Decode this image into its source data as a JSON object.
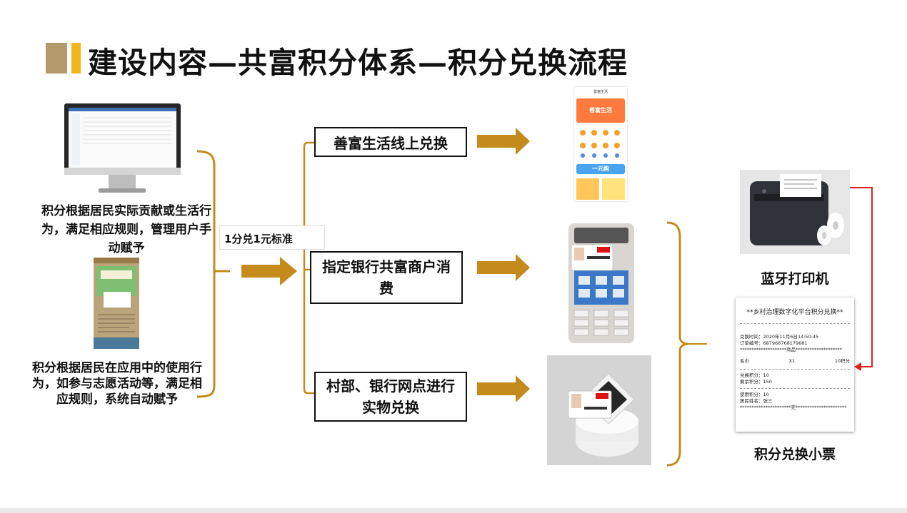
{
  "title": "建设内容—共富积分体系—积分兑换流程",
  "left": {
    "desc1": "积分根据居民实际贡献或生活行为，满足相应规则，管理用户手动赋予",
    "desc2": "积分根据居民在应用中的使用行为，如参与志愿活动等，满足相应规则，系统自动赋予",
    "standard": "1分兑1元标准"
  },
  "channels": [
    {
      "label": "善富生活线上兑换"
    },
    {
      "label": "指定银行共富商户消费"
    },
    {
      "label": "村部、银行网点进行实物兑换"
    }
  ],
  "right": {
    "printer_label": "蓝牙打印机",
    "receipt_label": "积分兑换小票"
  },
  "receipt": {
    "title": "**乡村治理数字化平台积分兑换**",
    "time": "兑换时间：2020年11月6日14:50:45",
    "order": "订单编号：6879687681796​81",
    "goods_sep": "********************商品********************",
    "item_name": "毛巾",
    "item_qty": "X1",
    "item_points": "10积分",
    "redeem_points": "兑换积分：10",
    "remaining_points": "剩余积分：150",
    "used_points": "使用积分：10",
    "resident_name": "居民姓名：张三",
    "end_sep": "**********************完**********************"
  },
  "phone_app": {
    "header": "善富生活",
    "banner": "善富生活",
    "promo": "一元购"
  },
  "colors": {
    "arrow": "#c48a1c",
    "bracket": "#c48a1c",
    "title_bar_light": "#b39a6d",
    "title_bar_accent": "#f2b51b",
    "highlight": "#e02020"
  }
}
